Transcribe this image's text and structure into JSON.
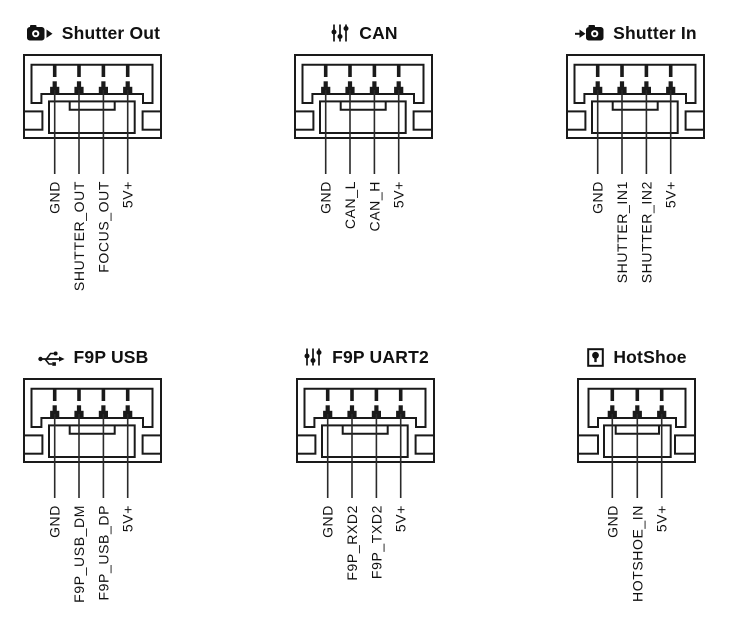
{
  "page": {
    "background": "#ffffff",
    "ink": "#1a1a1a",
    "description": "Connector pinout diagram with six JST-GH style ports"
  },
  "connectors": [
    {
      "id": "shutter-out",
      "title": "Shutter Out",
      "icon": "camera-arrow-out-icon",
      "pin_count": 4,
      "pins": [
        "GND",
        "SHUTTER_OUT",
        "FOCUS_OUT",
        "5V+"
      ]
    },
    {
      "id": "can",
      "title": "CAN",
      "icon": "sliders-icon",
      "pin_count": 4,
      "pins": [
        "GND",
        "CAN_L",
        "CAN_H",
        "5V+"
      ]
    },
    {
      "id": "shutter-in",
      "title": "Shutter In",
      "icon": "camera-arrow-in-icon",
      "pin_count": 4,
      "pins": [
        "GND",
        "SHUTTER_IN1",
        "SHUTTER_IN2",
        "5V+"
      ]
    },
    {
      "id": "f9p-usb",
      "title": "F9P USB",
      "icon": "usb-icon",
      "pin_count": 4,
      "pins": [
        "GND",
        "F9P_USB_DM",
        "F9P_USB_DP",
        "5V+"
      ]
    },
    {
      "id": "f9p-uart2",
      "title": "F9P UART2",
      "icon": "sliders-icon",
      "pin_count": 4,
      "pins": [
        "GND",
        "F9P_RXD2",
        "F9P_TXD2",
        "5V+"
      ]
    },
    {
      "id": "hotshoe",
      "title": "HotShoe",
      "icon": "hotshoe-icon",
      "pin_count": 3,
      "pins": [
        "GND",
        "HOTSHOE_IN",
        "5V+"
      ]
    }
  ]
}
